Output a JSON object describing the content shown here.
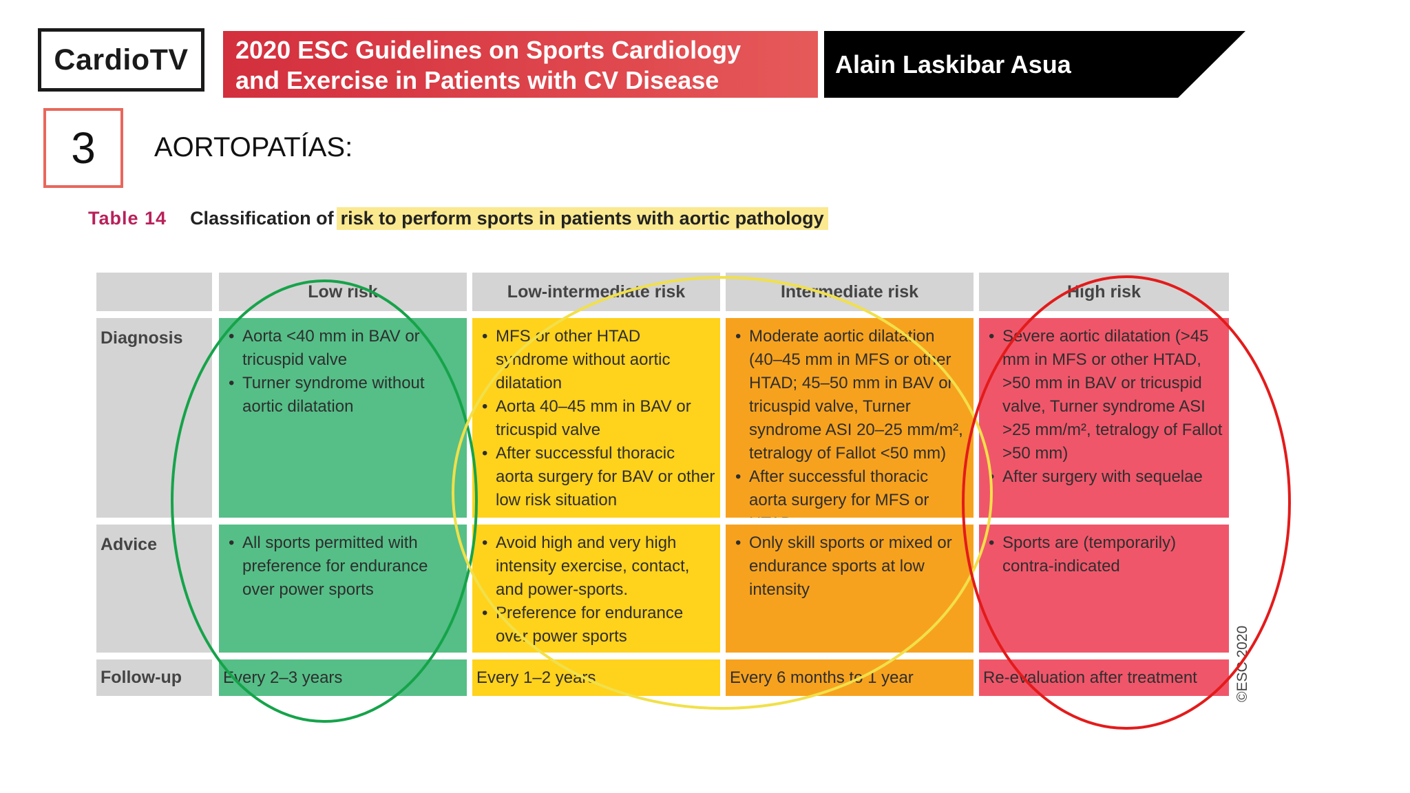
{
  "header": {
    "logo_text": "CardioTV",
    "title_line1": "2020 ESC Guidelines on Sports Cardiology",
    "title_line2": "and Exercise in Patients with CV Disease",
    "speaker": "Alain Laskibar Asua"
  },
  "section": {
    "number": "3",
    "heading": "AORTOPATÍAS:"
  },
  "table": {
    "label": "Table 14",
    "caption_prefix": "Classification of",
    "caption_highlight": "risk to perform sports in patients with aortic pathology",
    "columns": [
      "Low risk",
      "Low-intermediate risk",
      "Intermediate risk",
      "High risk"
    ],
    "row_labels": [
      "Diagnosis",
      "Advice",
      "Follow-up"
    ],
    "diagnosis": [
      [
        "Aorta <40 mm in BAV or tricuspid valve",
        "Turner syndrome without aortic dilatation"
      ],
      [
        "MFS or other HTAD syndrome without aortic dilatation",
        "Aorta 40–45 mm in BAV or tricuspid valve",
        "After successful thoracic aorta surgery for BAV or other low risk situation"
      ],
      [
        "Moderate aortic dilatation (40–45 mm in MFS or other HTAD; 45–50 mm in BAV or tricuspid valve, Turner syndrome ASI 20–25 mm/m², tetralogy of  Fallot <50 mm)",
        "After successful thoracic aorta surgery for MFS or HTAD"
      ],
      [
        "Severe aortic dilatation (>45 mm in MFS or other HTAD, >50 mm in BAV or tricuspid valve, Turner syndrome ASI >25 mm/m², tetralogy of Fallot >50 mm)",
        "After surgery with sequelae"
      ]
    ],
    "advice": [
      [
        "All sports permitted with preference for endurance over power sports"
      ],
      [
        "Avoid high and very high intensity exercise, contact, and power-sports.",
        "Preference for endurance over power sports"
      ],
      [
        "Only skill sports or mixed or endurance sports at low intensity"
      ],
      [
        "Sports are (temporarily) contra-indicated"
      ]
    ],
    "followup": [
      "Every 2–3 years",
      "Every 1–2 years",
      "Every 6 months to 1 year",
      "Re-evaluation after treatment"
    ],
    "copyright": "©ESC 2020"
  },
  "colors": {
    "low": "#55bf87",
    "low_intermediate": "#ffd21c",
    "intermediate": "#f7a21e",
    "high": "#f0566a",
    "header_gray": "#d4d4d4",
    "title_banner": "#d32f3d",
    "annotation_green": "#16a34a",
    "annotation_yellow": "#f1e04a",
    "annotation_red": "#e31b1b"
  }
}
